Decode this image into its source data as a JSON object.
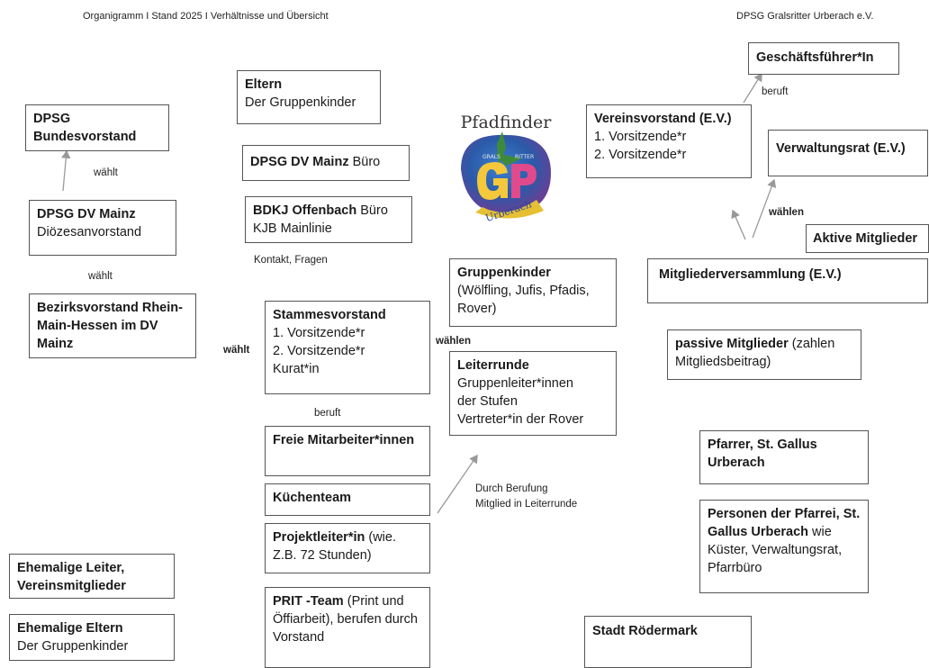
{
  "header": {
    "left": "Organigramm I Stand 2025 I Verhältnisse und Übersicht",
    "right": "DPSG Gralsritter Urberach e.V."
  },
  "logo": {
    "title": "Pfadfinder",
    "ring_left": "GRALS",
    "ring_right": "RITTER",
    "bottom": "Urberach"
  },
  "boxes": {
    "bundesvorstand": {
      "bold": "DPSG Bundesvorstand"
    },
    "dv_mainz": {
      "bold": "DPSG DV Mainz",
      "text": "Diözesanvorstand"
    },
    "bezirksvorstand": {
      "bold": "Bezirksvorstand Rhein-Main-Hessen im DV Mainz"
    },
    "eltern": {
      "bold": "Eltern",
      "text": "Der Gruppenkinder"
    },
    "dv_buero": {
      "bold": "DPSG DV Mainz",
      "text": "Büro"
    },
    "bdkj": {
      "bold": "BDKJ Offenbach",
      "text": "Büro",
      "text2": "KJB Mainlinie"
    },
    "stammesvorstand": {
      "bold": "Stammesvorstand",
      "lines": [
        "1. Vorsitzende*r",
        "2. Vorsitzende*r",
        "Kurat*in"
      ]
    },
    "freie": {
      "bold": "Freie Mitarbeiter*innen"
    },
    "kuechenteam": {
      "bold": "Küchenteam"
    },
    "projektleiter": {
      "bold": "Projektleiter*in",
      "text": "(wie. Z.B. 72 Stunden)"
    },
    "prit": {
      "bold": "PRIT -Team",
      "text": "(Print und Öffiarbeit), berufen durch Vorstand"
    },
    "ehem_leiter": {
      "bold": "Ehemalige Leiter, Vereinsmitglieder"
    },
    "ehem_eltern": {
      "bold": "Ehemalige Eltern",
      "text": "Der Gruppenkinder"
    },
    "gruppenkinder": {
      "bold": "Gruppenkinder",
      "text": "(Wölfling, Jufis, Pfadis, Rover)"
    },
    "leiterrunde": {
      "bold": "Leiterrunde",
      "lines": [
        "Gruppenleiter*innen",
        "der Stufen",
        "Vertreter*in der Rover"
      ]
    },
    "vereinsvorstand": {
      "bold": "Vereinsvorstand (E.V.)",
      "lines": [
        "1. Vorsitzende*r",
        "2. Vorsitzende*r"
      ]
    },
    "geschaeftsfuehrer": {
      "bold": "Geschäftsführer*In"
    },
    "verwaltungsrat": {
      "bold": "Verwaltungsrat (E.V.)"
    },
    "aktive": {
      "bold": "Aktive Mitglieder"
    },
    "mitgliederversammlung": {
      "bold": "Mitgliederversammlung  (E.V.)"
    },
    "passive": {
      "bold": "passive Mitglieder",
      "text": "(zahlen Mitgliedsbeitrag)"
    },
    "pfarrer": {
      "bold": "Pfarrer, St. Gallus Urberach"
    },
    "personen": {
      "bold": "Personen der Pfarrei, St. Gallus Urberach",
      "text": "wie Küster, Verwaltungsrat, Pfarrbüro"
    },
    "stadt": {
      "bold": "Stadt Rödermark"
    }
  },
  "labels": {
    "waehlt1": "wählt",
    "waehlt2": "wählt",
    "waehlt3": "wählt",
    "kontakt": "Kontakt, Fragen",
    "beruft1": "beruft",
    "beruft2": "beruft",
    "waehlen1": "wählen",
    "waehlen2": "wählen",
    "berufung1": "Durch Berufung",
    "berufung2": "Mitglied in Leiterrunde"
  }
}
